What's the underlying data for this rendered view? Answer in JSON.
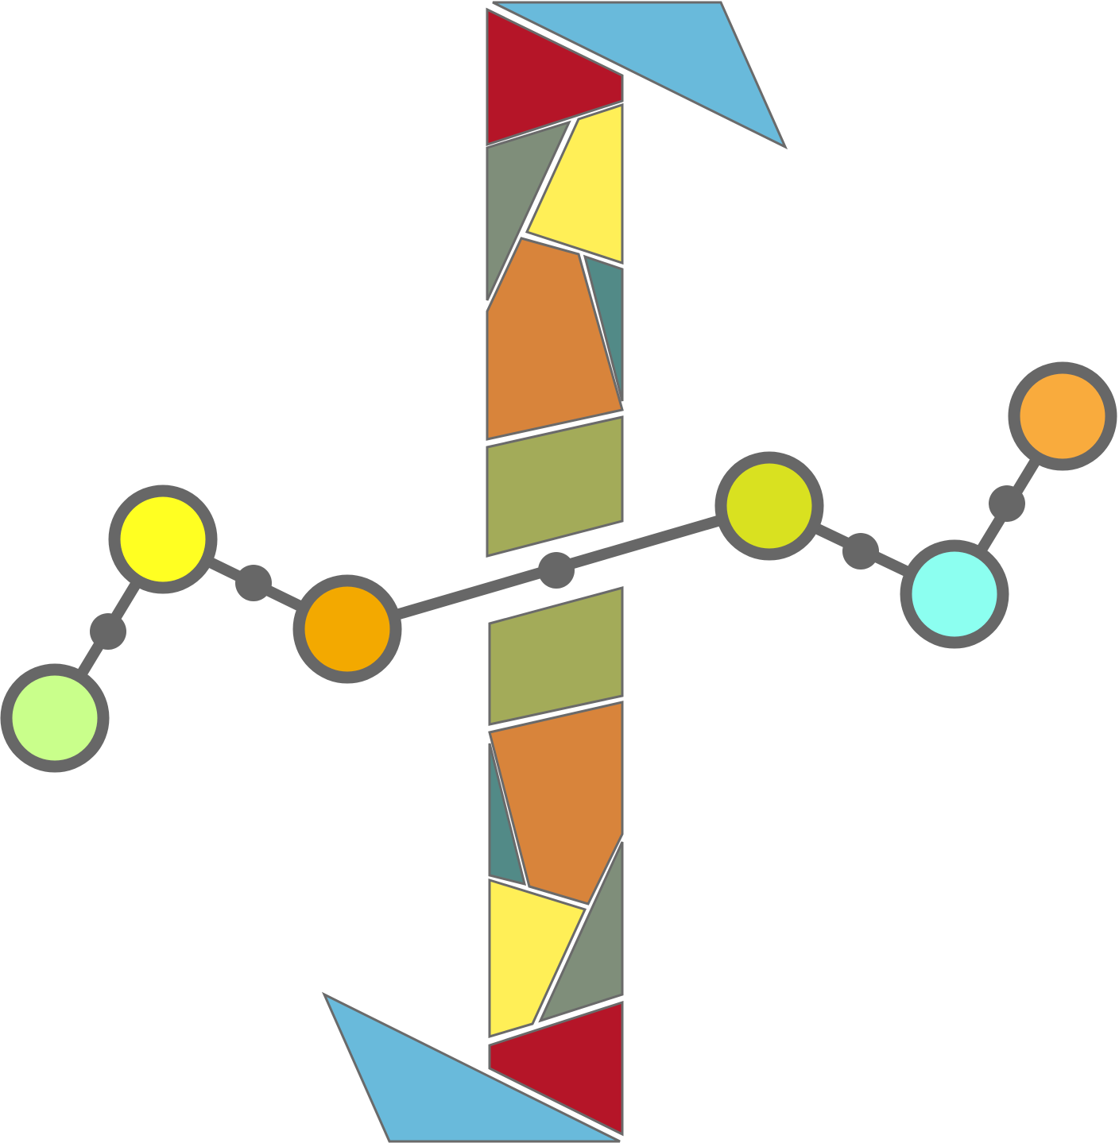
{
  "palette": {
    "outline": "#676767",
    "sky_blue": "#69BADB",
    "crimson": "#B51528",
    "sage": "#7F8E7A",
    "lemon": "#FFEF57",
    "orange": "#D8843B",
    "teal": "#528A87",
    "olive": "#A3AB59"
  },
  "molecule": {
    "atoms": [
      {
        "name": "atom-light-green",
        "color": "#C9FF8B"
      },
      {
        "name": "atom-yellow",
        "color": "#FFFF22"
      },
      {
        "name": "atom-amber",
        "color": "#F3A900"
      },
      {
        "name": "atom-chartreuse",
        "color": "#D9E120"
      },
      {
        "name": "atom-aqua",
        "color": "#8CFFF0"
      },
      {
        "name": "atom-light-orange",
        "color": "#F9AB3D"
      }
    ]
  }
}
